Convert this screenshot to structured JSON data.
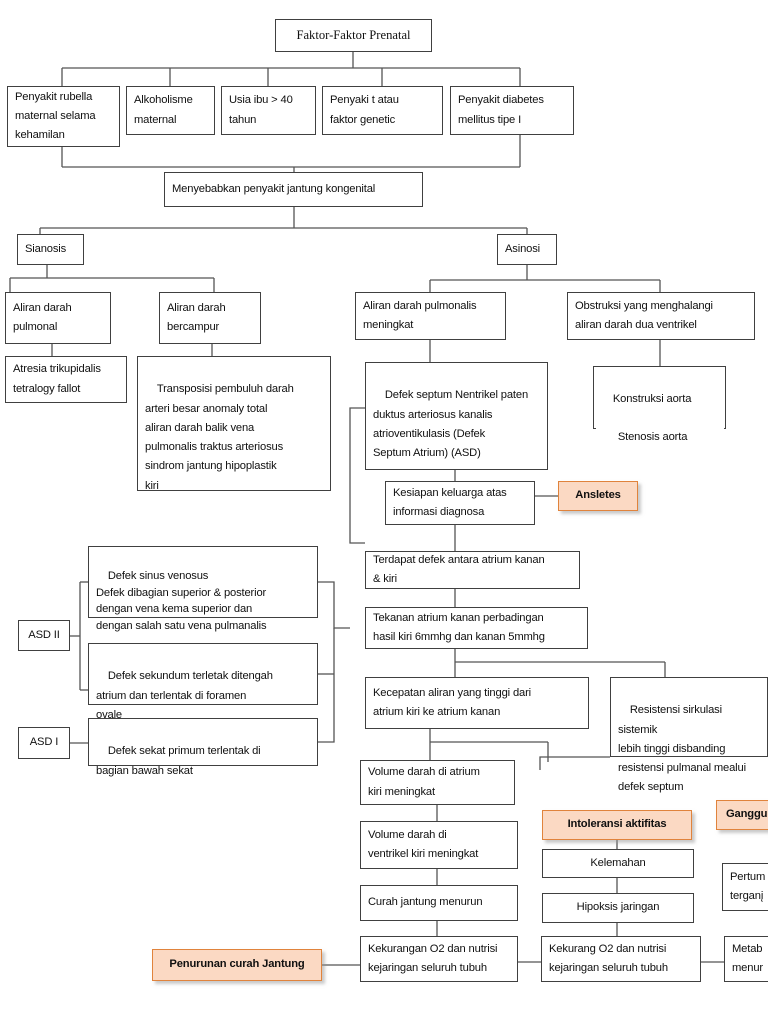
{
  "diagram": {
    "title": "Faktor-Faktor Prenatal",
    "type": "flowchart",
    "colors": {
      "box_border": "#404040",
      "box_fill": "#ffffff",
      "accent_fill": "#fbd9c3",
      "accent_border": "#e0833c",
      "connector": "#555555",
      "text": "#101010"
    },
    "nodes": {
      "root": "Faktor-Faktor Prenatal",
      "factors": [
        "Penyakit rubella\nmaternal selama\nkehamilan",
        "Alkoholisme\nmaternal",
        "Usia ibu > 40\ntahun",
        "Penyaki t atau\nfaktor genetic",
        "Penyakit diabetes\nmellitus tipe I"
      ],
      "cause": "Menyebabkan penyakit jantung kongenital",
      "branch_left": "Sianosis",
      "branch_right": "Asinosi",
      "sianosis_children": [
        "Aliran darah\npulmonal",
        "Aliran darah\nbercampur"
      ],
      "sianosis_leaf_left": "Atresia trikupidalis\ntetralogy fallot",
      "sianosis_leaf_right": "Transposisi pembuluh darah\narteri besar anomaly total\naliran darah balik vena\npulmonalis traktus arteriosus\nsindrom jantung hipoplastik\nkiri",
      "asinosi_children": [
        "Aliran darah pulmonalis\nmeningkat",
        "Obstruksi yang menghalangi\naliran darah dua ventrikel"
      ],
      "defek_septum": "Defek septum Nentrikel paten\nduktus arteriosus kanalis\natrioventikulasis (Defek\nSeptum Atrium) (ASD)",
      "obstruksi_leaf_1": "Konstruksi aorta",
      "obstruksi_leaf_2": "Stenosis aorta",
      "kesiapan": "Kesiapan keluarga atas\ninformasi diagnosa",
      "ansletes": "Ansletes",
      "terdapat_defek": "Terdapat defek antara atrium kanan\n& kiri",
      "tekanan_atrium": "Tekanan atrium kanan perbadingan\nhasil kiri 6mmhg dan kanan 5mmhg",
      "kecepatan_aliran": "Kecepatan aliran yang tinggi dari\natrium kiri ke atrium kanan",
      "resistensi": "Resistensi sirkulasi sistemik\nlebih tinggi disbanding\nresistensi pulmanal mealui\ndefek septum",
      "asd_ii_label": "ASD II",
      "asd_i_label": "ASD I",
      "asd_ii_items": [
        "Defek sinus venosus\nDefek dibagian superior & posterior\ndengan vena kema superior dan\ndengan salah satu vena pulmanalis",
        "Defek sekundum terletak ditengah\natrium dan terlentak di foramen\novale"
      ],
      "asd_i_item": "Defek sekat primum terlentak di\nbagian bawah sekat",
      "volume_atrium": "Volume darah di atrium\nkiri meningkat",
      "volume_ventrikel": "Volume darah di\nventrikel kiri meningkat",
      "curah_jantung": "Curah jantung menurun",
      "kekurangan_o2_left": "Kekurangan O2 dan nutrisi\nkejaringan seluruh tubuh",
      "kekurangan_o2_right": "Kekurang O2 dan nutrisi\nkejaringan seluruh tubuh",
      "penurunan_curah": "Penurunan curah Jantung",
      "intoleransi": "Intoleransi aktifitas",
      "kelemahan": "Kelemahan",
      "hipoksis": "Hipoksis jaringan",
      "gangguan": "Ganggu",
      "pertumbuhan": "Pertum\nterganį",
      "metabolisme": "Metab\nmenur"
    }
  }
}
